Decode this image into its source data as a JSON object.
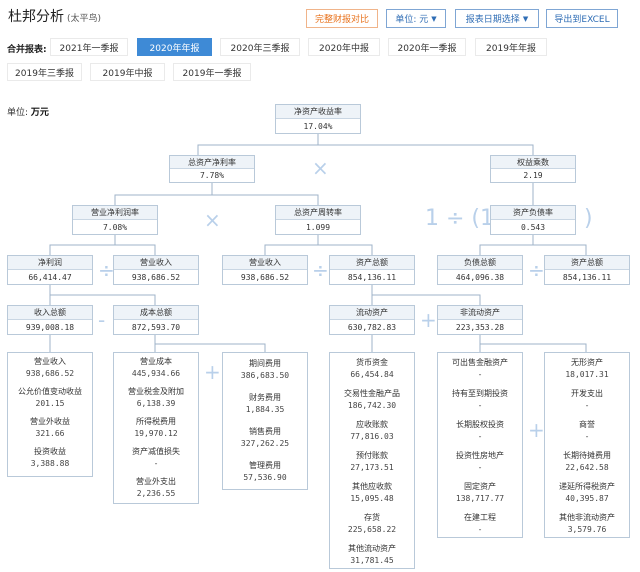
{
  "header": {
    "title": "杜邦分析",
    "subtitle": "(太平鸟)",
    "buttons": {
      "compare": "完整财报对比",
      "unit": "单位: 元",
      "date": "报表日期选择",
      "export": "导出到EXCEL"
    }
  },
  "report_label": "合并报表:",
  "periods": [
    "2021年一季报",
    "2020年年报",
    "2020年三季报",
    "2020年中报",
    "2020年一季报",
    "2019年年报",
    "2019年三季报",
    "2019年中报",
    "2019年一季报"
  ],
  "active_period": "2020年年报",
  "unit_label": "单位:",
  "unit_value": "万元",
  "operators": {
    "times": "×",
    "div": "÷",
    "minus": "-",
    "plus": "+",
    "one_div_left": "1 ÷ (1-",
    "right_paren": ")"
  },
  "tree": {
    "roe": {
      "label": "净资产收益率",
      "value": "17.04%"
    },
    "roa": {
      "label": "总资产净利率",
      "value": "7.78%"
    },
    "em": {
      "label": "权益乘数",
      "value": "2.19"
    },
    "npm": {
      "label": "营业净利润率",
      "value": "7.08%"
    },
    "tat": {
      "label": "总资产周转率",
      "value": "1.099"
    },
    "dar": {
      "label": "资产负债率",
      "value": "0.543"
    },
    "ni": {
      "label": "净利润",
      "value": "66,414.47"
    },
    "rev1": {
      "label": "营业收入",
      "value": "938,686.52"
    },
    "rev2": {
      "label": "营业收入",
      "value": "938,686.52"
    },
    "ta1": {
      "label": "资产总额",
      "value": "854,136.11"
    },
    "tl": {
      "label": "负债总额",
      "value": "464,096.38"
    },
    "ta2": {
      "label": "资产总额",
      "value": "854,136.11"
    },
    "inc": {
      "label": "收入总额",
      "value": "939,008.18"
    },
    "cost": {
      "label": "成本总额",
      "value": "872,593.70"
    },
    "ca": {
      "label": "流动资产",
      "value": "630,782.83"
    },
    "nca": {
      "label": "非流动资产",
      "value": "223,353.28"
    }
  },
  "details": {
    "income": [
      {
        "k": "营业收入",
        "v": "938,686.52"
      },
      {
        "k": "公允价值变动收益",
        "v": "201.15"
      },
      {
        "k": "营业外收益",
        "v": "321.66"
      },
      {
        "k": "投资收益",
        "v": "3,388.88"
      }
    ],
    "cost": [
      {
        "k": "营业成本",
        "v": "445,934.66"
      },
      {
        "k": "营业税金及附加",
        "v": "6,138.39"
      },
      {
        "k": "所得税费用",
        "v": "19,970.12"
      },
      {
        "k": "资产减值损失",
        "v": "-"
      },
      {
        "k": "营业外支出",
        "v": "2,236.55"
      }
    ],
    "expense": [
      {
        "k": "期间费用",
        "v": "386,683.50"
      },
      {
        "k": "财务费用",
        "v": "1,884.35"
      },
      {
        "k": "销售费用",
        "v": "327,262.25"
      },
      {
        "k": "管理费用",
        "v": "57,536.90"
      }
    ],
    "current": [
      {
        "k": "货币资金",
        "v": "66,454.84"
      },
      {
        "k": "交易性金融产品",
        "v": "186,742.30"
      },
      {
        "k": "应收账款",
        "v": "77,816.03"
      },
      {
        "k": "预付账款",
        "v": "27,173.51"
      },
      {
        "k": "其他应收款",
        "v": "15,095.48"
      },
      {
        "k": "存货",
        "v": "225,658.22"
      },
      {
        "k": "其他流动资产",
        "v": "31,781.45"
      }
    ],
    "noncurrent_left": [
      {
        "k": "可出售金融资产",
        "v": "-"
      },
      {
        "k": "持有至到期投资",
        "v": "-"
      },
      {
        "k": "长期股权投资",
        "v": "-"
      },
      {
        "k": "投资性房地产",
        "v": "-"
      },
      {
        "k": "固定资产",
        "v": "138,717.77"
      },
      {
        "k": "在建工程",
        "v": "-"
      }
    ],
    "noncurrent_right": [
      {
        "k": "无形资产",
        "v": "18,017.31"
      },
      {
        "k": "开发支出",
        "v": "-"
      },
      {
        "k": "商誉",
        "v": "-"
      },
      {
        "k": "长期待摊费用",
        "v": "22,642.58"
      },
      {
        "k": "递延所得税资产",
        "v": "40,395.87"
      },
      {
        "k": "其他非流动资产",
        "v": "3,579.76"
      }
    ]
  }
}
